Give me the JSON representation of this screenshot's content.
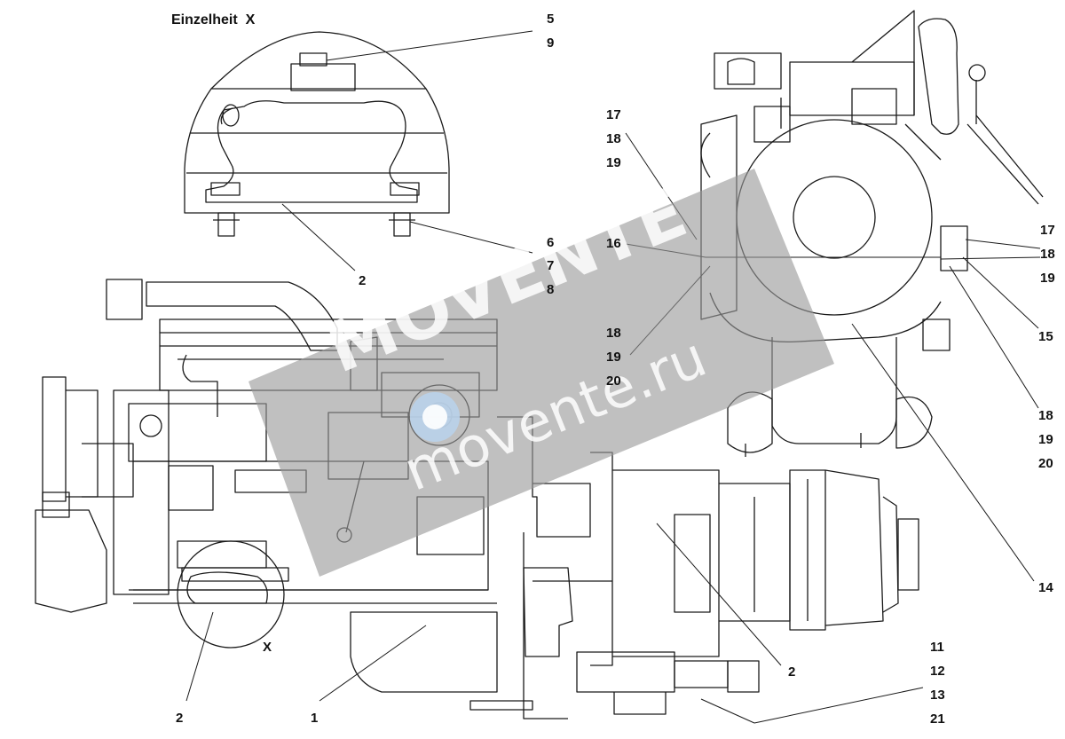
{
  "detail": {
    "title": "Einzelheit  X",
    "marker": "X"
  },
  "watermark": {
    "brand": "MOVENTE",
    "site": "movente.ru"
  },
  "labels": {
    "n1": "1",
    "n2_detail": "2",
    "n2_left": "2",
    "n2_center": "2",
    "n5": "5",
    "n9": "9",
    "n6": "6",
    "n7": "7",
    "n8": "8",
    "n11": "11",
    "n12": "12",
    "n13": "13",
    "n21": "21",
    "n14": "14",
    "n15": "15",
    "n16": "16",
    "n17a": "17",
    "n18a": "18",
    "n19a": "19",
    "n17b": "17",
    "n18b": "18",
    "n19b": "19",
    "n18c": "18",
    "n19c": "19",
    "n20c": "20",
    "n18d": "18",
    "n19d": "19",
    "n20d": "20"
  },
  "colors": {
    "line": "#1a1a1a",
    "watermark_band": "#9a9a9a",
    "watermark_text": "#ffffff"
  }
}
